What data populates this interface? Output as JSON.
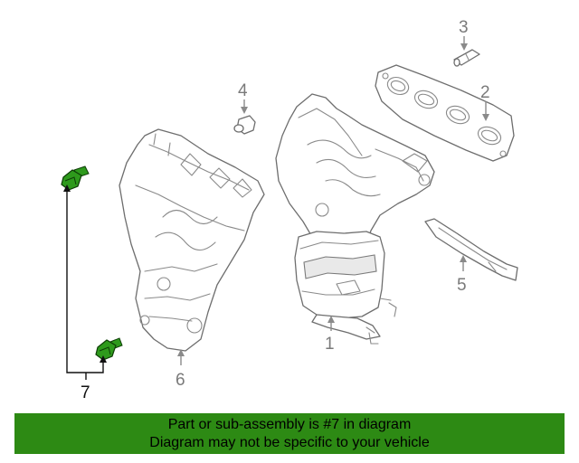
{
  "diagram": {
    "callouts": {
      "part_1": "1",
      "part_2": "2",
      "part_3": "3",
      "part_4": "4",
      "part_5": "5",
      "part_6": "6",
      "part_7": "7"
    },
    "colors": {
      "highlight_part": "#2e9a1c",
      "line_art": "#6e6e6e",
      "callout_text": "#7a7a7a"
    }
  },
  "banner": {
    "line1": "Part or sub-assembly is #7 in diagram",
    "line2": "Diagram may not be specific to your vehicle",
    "background": "#2d8a14"
  }
}
